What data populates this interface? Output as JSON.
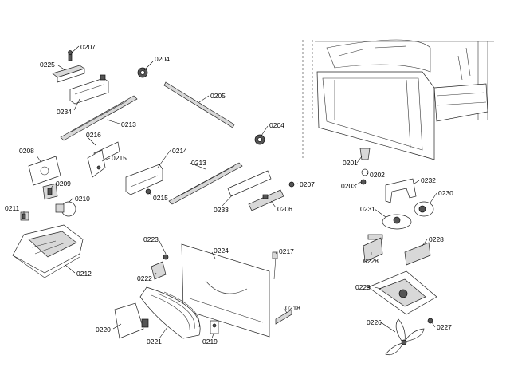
{
  "diagram": {
    "callouts": [
      {
        "id": "c0207a",
        "text": "0207"
      },
      {
        "id": "c0225",
        "text": "0225"
      },
      {
        "id": "c0234",
        "text": "0234"
      },
      {
        "id": "c0204a",
        "text": "0204"
      },
      {
        "id": "c0205",
        "text": "0205"
      },
      {
        "id": "c0204b",
        "text": "0204"
      },
      {
        "id": "c0213a",
        "text": "0213"
      },
      {
        "id": "c0216",
        "text": "0216"
      },
      {
        "id": "c0215a",
        "text": "0215"
      },
      {
        "id": "c0214",
        "text": "0214"
      },
      {
        "id": "c0215b",
        "text": "0215"
      },
      {
        "id": "c0213b",
        "text": "0213"
      },
      {
        "id": "c0233",
        "text": "0233"
      },
      {
        "id": "c0206",
        "text": "0206"
      },
      {
        "id": "c0207b",
        "text": "0207"
      },
      {
        "id": "c0208",
        "text": "0208"
      },
      {
        "id": "c0209",
        "text": "0209"
      },
      {
        "id": "c0210",
        "text": "0210"
      },
      {
        "id": "c0211",
        "text": "0211"
      },
      {
        "id": "c0212",
        "text": "0212"
      },
      {
        "id": "c0223",
        "text": "0223"
      },
      {
        "id": "c0224",
        "text": "0224"
      },
      {
        "id": "c0217",
        "text": "0217"
      },
      {
        "id": "c0222",
        "text": "0222"
      },
      {
        "id": "c0218",
        "text": "0218"
      },
      {
        "id": "c0220",
        "text": "0220"
      },
      {
        "id": "c0221",
        "text": "0221"
      },
      {
        "id": "c0219",
        "text": "0219"
      },
      {
        "id": "c0201",
        "text": "0201"
      },
      {
        "id": "c0202",
        "text": "0202"
      },
      {
        "id": "c0203",
        "text": "0203"
      },
      {
        "id": "c0232",
        "text": "0232"
      },
      {
        "id": "c0230",
        "text": "0230"
      },
      {
        "id": "c0231",
        "text": "0231"
      },
      {
        "id": "c0228a",
        "text": "0228"
      },
      {
        "id": "c0228b",
        "text": "0228"
      },
      {
        "id": "c0229",
        "text": "0229"
      },
      {
        "id": "c0226",
        "text": "0226"
      },
      {
        "id": "c0227",
        "text": "0227"
      }
    ]
  }
}
